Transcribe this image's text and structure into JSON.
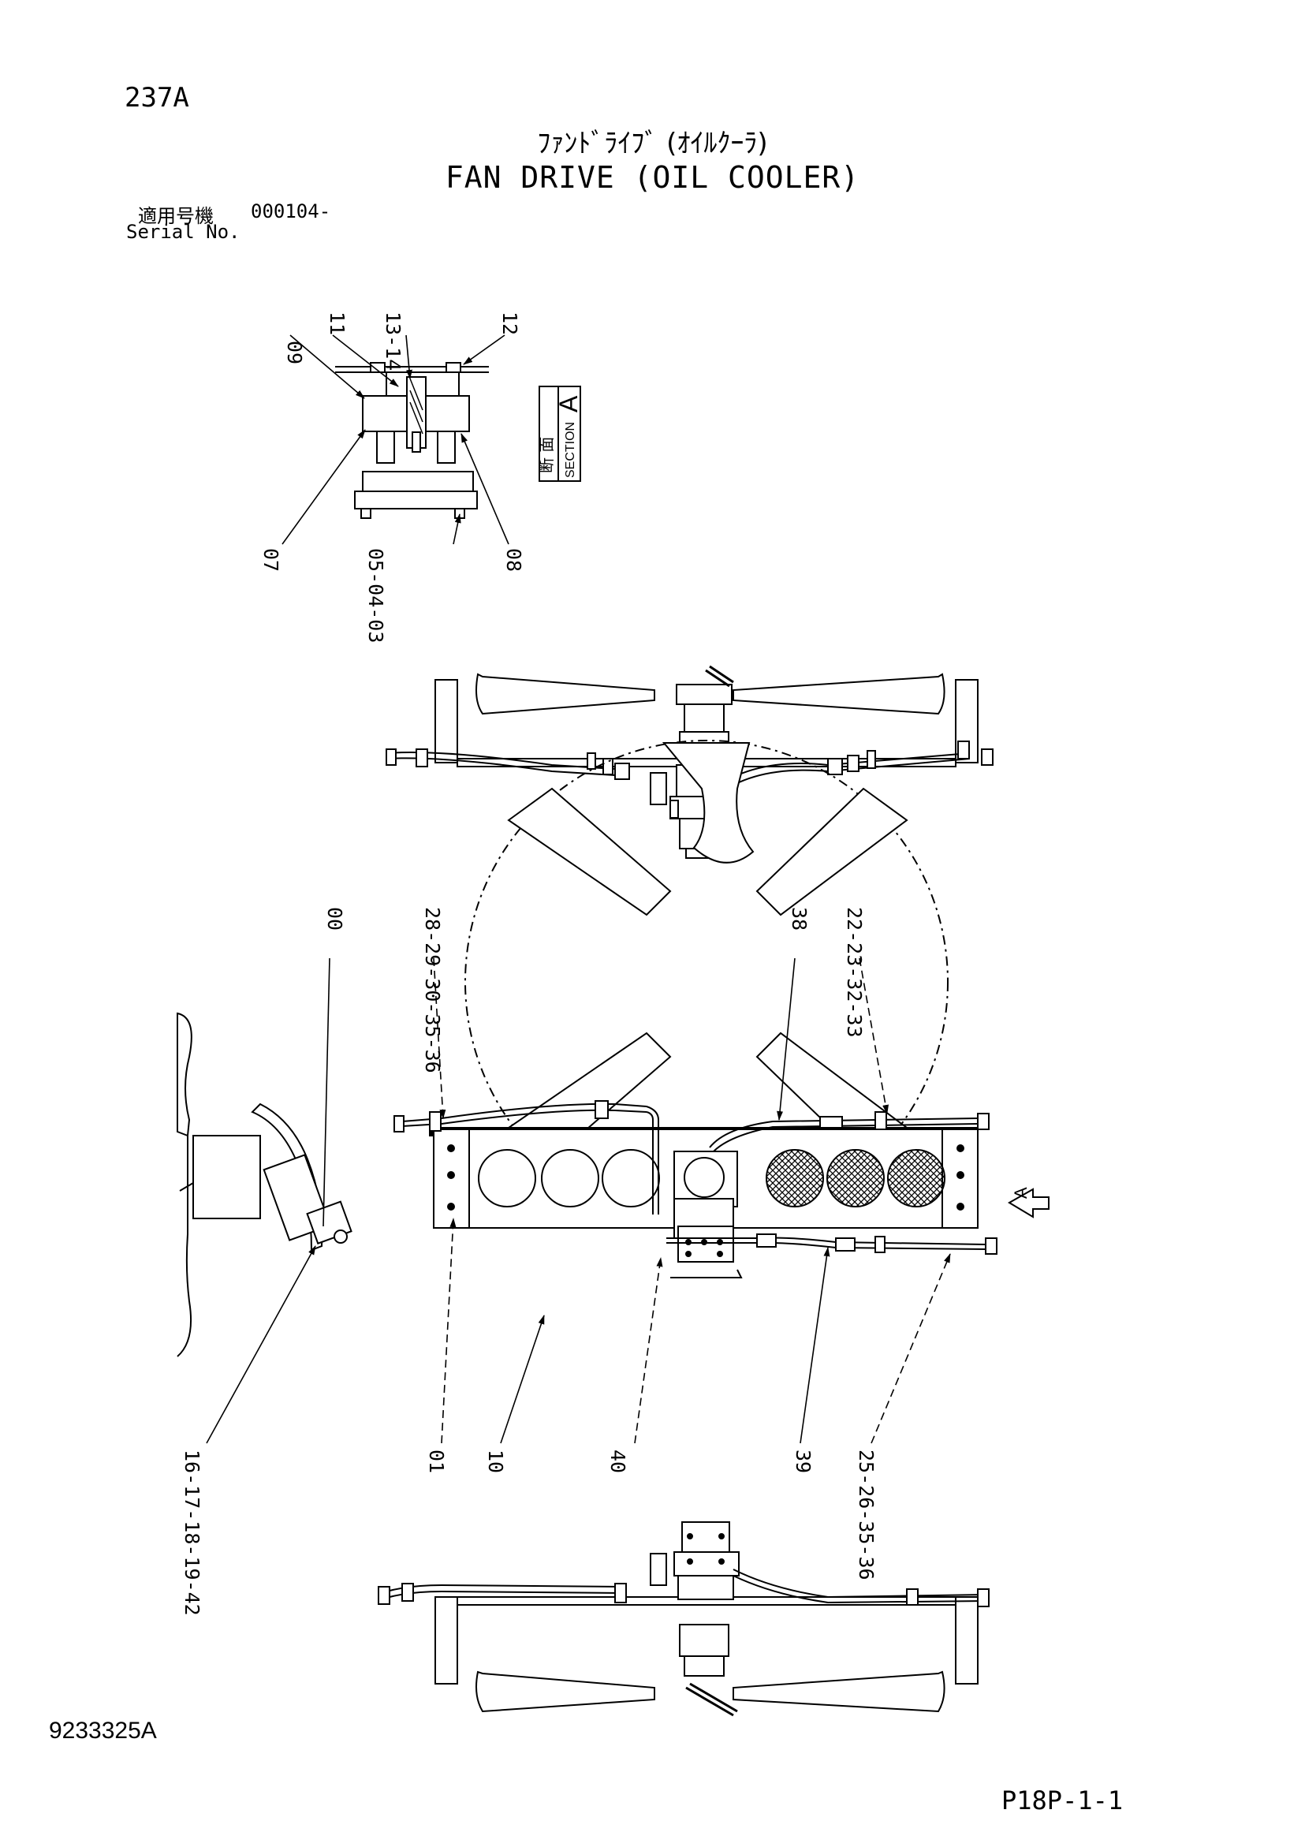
{
  "header": {
    "page_code": "237A",
    "title_jp": "ﾌｧﾝﾄﾞﾗｲﾌﾞ (ｵｲﾙｸｰﾗ)",
    "title_en": "FAN DRIVE (OIL COOLER)",
    "serial_label_jp": "適用号機",
    "serial_value": "000104-",
    "serial_label_en": "Serial No."
  },
  "section": {
    "label_jp": "断 面",
    "label_en": "SECTION",
    "letter": "A"
  },
  "callouts": {
    "c09": "09",
    "c11": "11",
    "c13_14": "13-14",
    "c12": "12",
    "c07": "07",
    "c05_04_03": "05-04-03",
    "c08": "08",
    "c00": "00",
    "c28_36": "28-29-30-35-36",
    "c38": "38",
    "c22_33": "22-23-32-33",
    "c16_42": "16-17-18-19-42",
    "c01": "01",
    "c10": "10",
    "c40": "40",
    "c39": "39",
    "c25_36": "25-26-35-36",
    "view_arrow": "A"
  },
  "footer": {
    "drawing_no": "9233325A",
    "sheet_no": "P18P-1-1"
  }
}
